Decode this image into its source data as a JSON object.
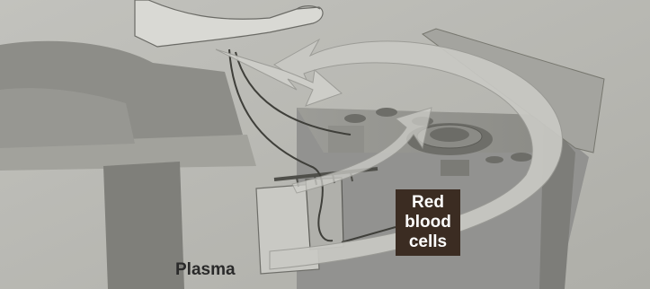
{
  "labels": {
    "plasma": "Plasma",
    "red_blood_cells_lines": [
      "Red",
      "blood",
      "cells"
    ]
  },
  "colors": {
    "background": "#b9b9b3",
    "arrow": "#c6c6c1",
    "label_box": "#3b2c22"
  }
}
